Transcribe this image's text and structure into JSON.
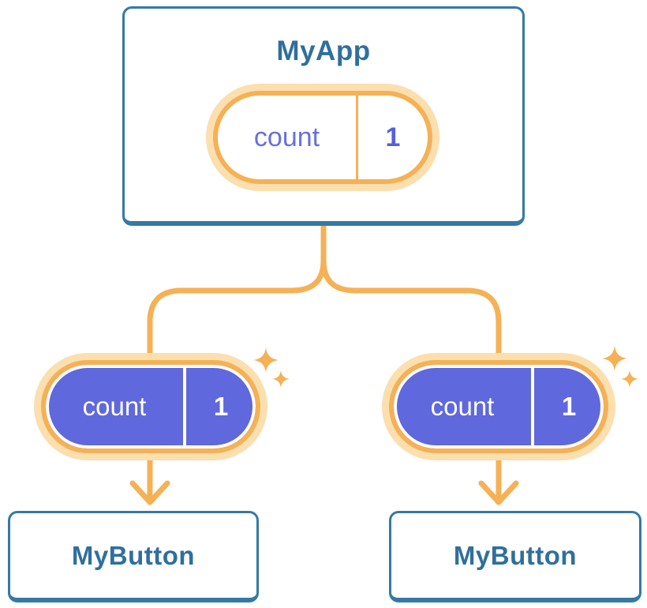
{
  "diagram": {
    "type": "react-component-tree",
    "parent": {
      "title": "MyApp",
      "state": {
        "label": "count",
        "value": "1"
      }
    },
    "children": [
      {
        "title": "MyButton",
        "prop": {
          "label": "count",
          "value": "1"
        }
      },
      {
        "title": "MyButton",
        "prop": {
          "label": "count",
          "value": "1"
        }
      }
    ],
    "colors": {
      "node_border": "#3579A5",
      "node_fill": "#FFFFFF",
      "node_text": "#2F6F9D",
      "connector": "#F5B155",
      "pill_ring": "#F5B155",
      "pill_halo": "#FBDFAF",
      "state_label_text": "#6770E1",
      "state_value_text": "#5560DB",
      "prop_fill": "#5F68DC",
      "prop_text": "#FFFFFF",
      "sparkle": "#F5B155"
    }
  }
}
